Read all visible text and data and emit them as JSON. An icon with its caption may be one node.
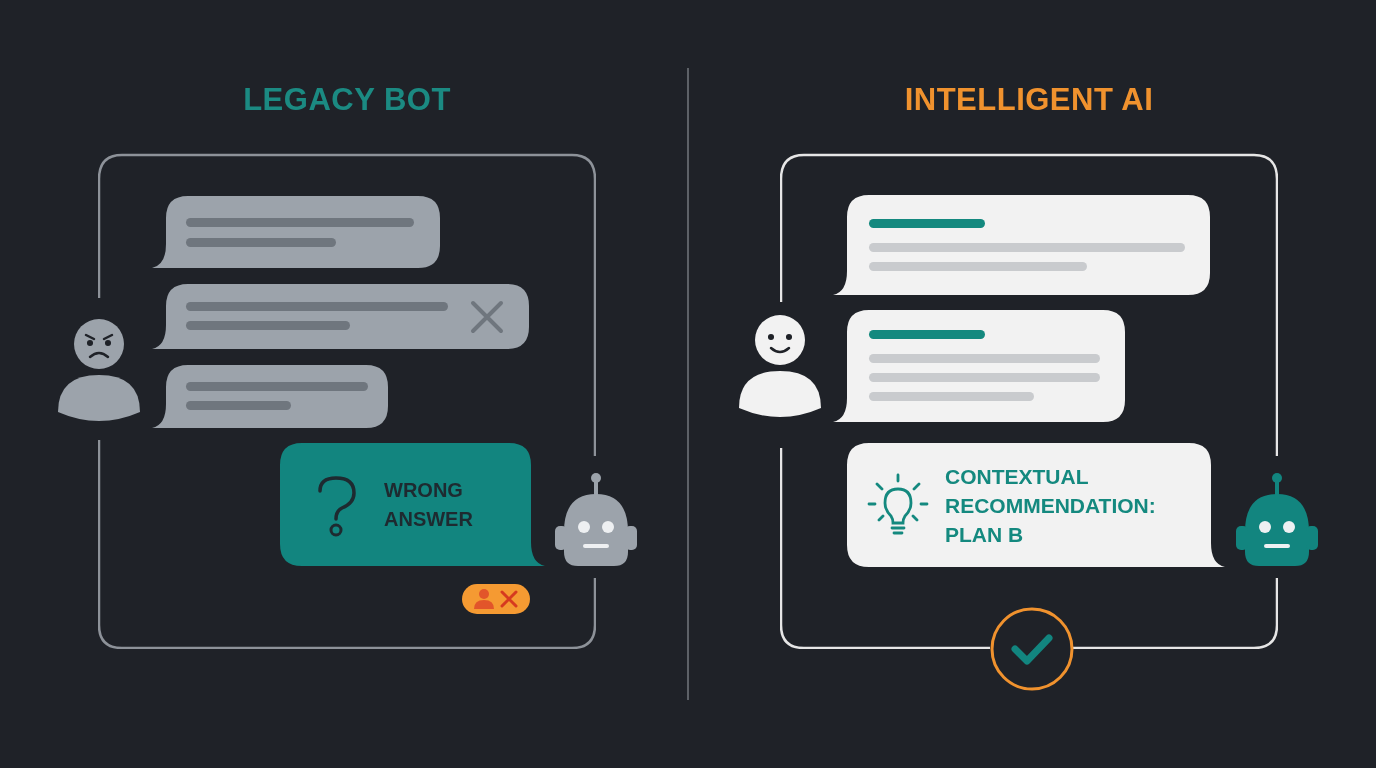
{
  "diagram": {
    "nodes": [
      {
        "text": [
          "LEGACY BOT"
        ]
      },
      {
        "text": [],
        "shape": "box",
        "in": 0
      },
      {
        "text": [],
        "shape": "box",
        "in": 0
      },
      {
        "text": [],
        "shape": "box",
        "in": 0
      },
      {
        "text": [
          "WRONG ANSWER"
        ],
        "in": 0
      },
      {
        "text": [
          "INTELLIGENT AI"
        ]
      },
      {
        "text": [],
        "shape": "box",
        "in": 5
      },
      {
        "text": [],
        "shape": "box",
        "in": 5
      },
      {
        "text": [
          "CONTEXTUAL RECOMMENDATION: PLAN B"
        ],
        "in": 5
      }
    ]
  }
}
